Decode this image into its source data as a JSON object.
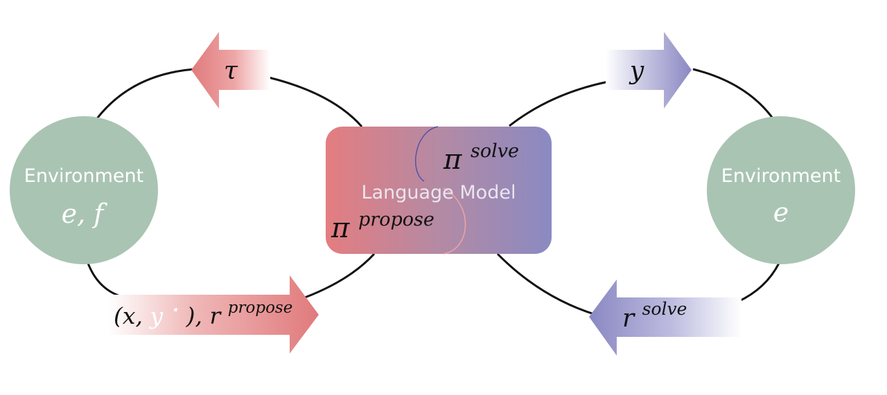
{
  "colors": {
    "propose": "#e07a7c",
    "solve": "#8a88c2",
    "environment": "#a9c4b3",
    "loop": "#111111",
    "text_dark": "#111111",
    "text_light": "#ffffff",
    "model_label": "#e9e6ef"
  },
  "environments": {
    "left": {
      "title": "Environment",
      "symbols": "e, f"
    },
    "right": {
      "title": "Environment",
      "symbols": "e"
    }
  },
  "model": {
    "label": "Language Model",
    "solve_policy": {
      "base": "π",
      "sup": "solve"
    },
    "propose_policy": {
      "base": "π",
      "sup": "propose"
    }
  },
  "arrows": {
    "tau": {
      "label": "τ",
      "direction": "left"
    },
    "y": {
      "label": "y",
      "direction": "right"
    },
    "task_reward": {
      "open": "(x, ",
      "ystar": "y",
      "star": "⋆",
      "close": "), ",
      "r": "r",
      "sup": "propose",
      "direction": "right"
    },
    "solve_reward": {
      "r": "r",
      "sup": "solve",
      "direction": "left"
    }
  }
}
